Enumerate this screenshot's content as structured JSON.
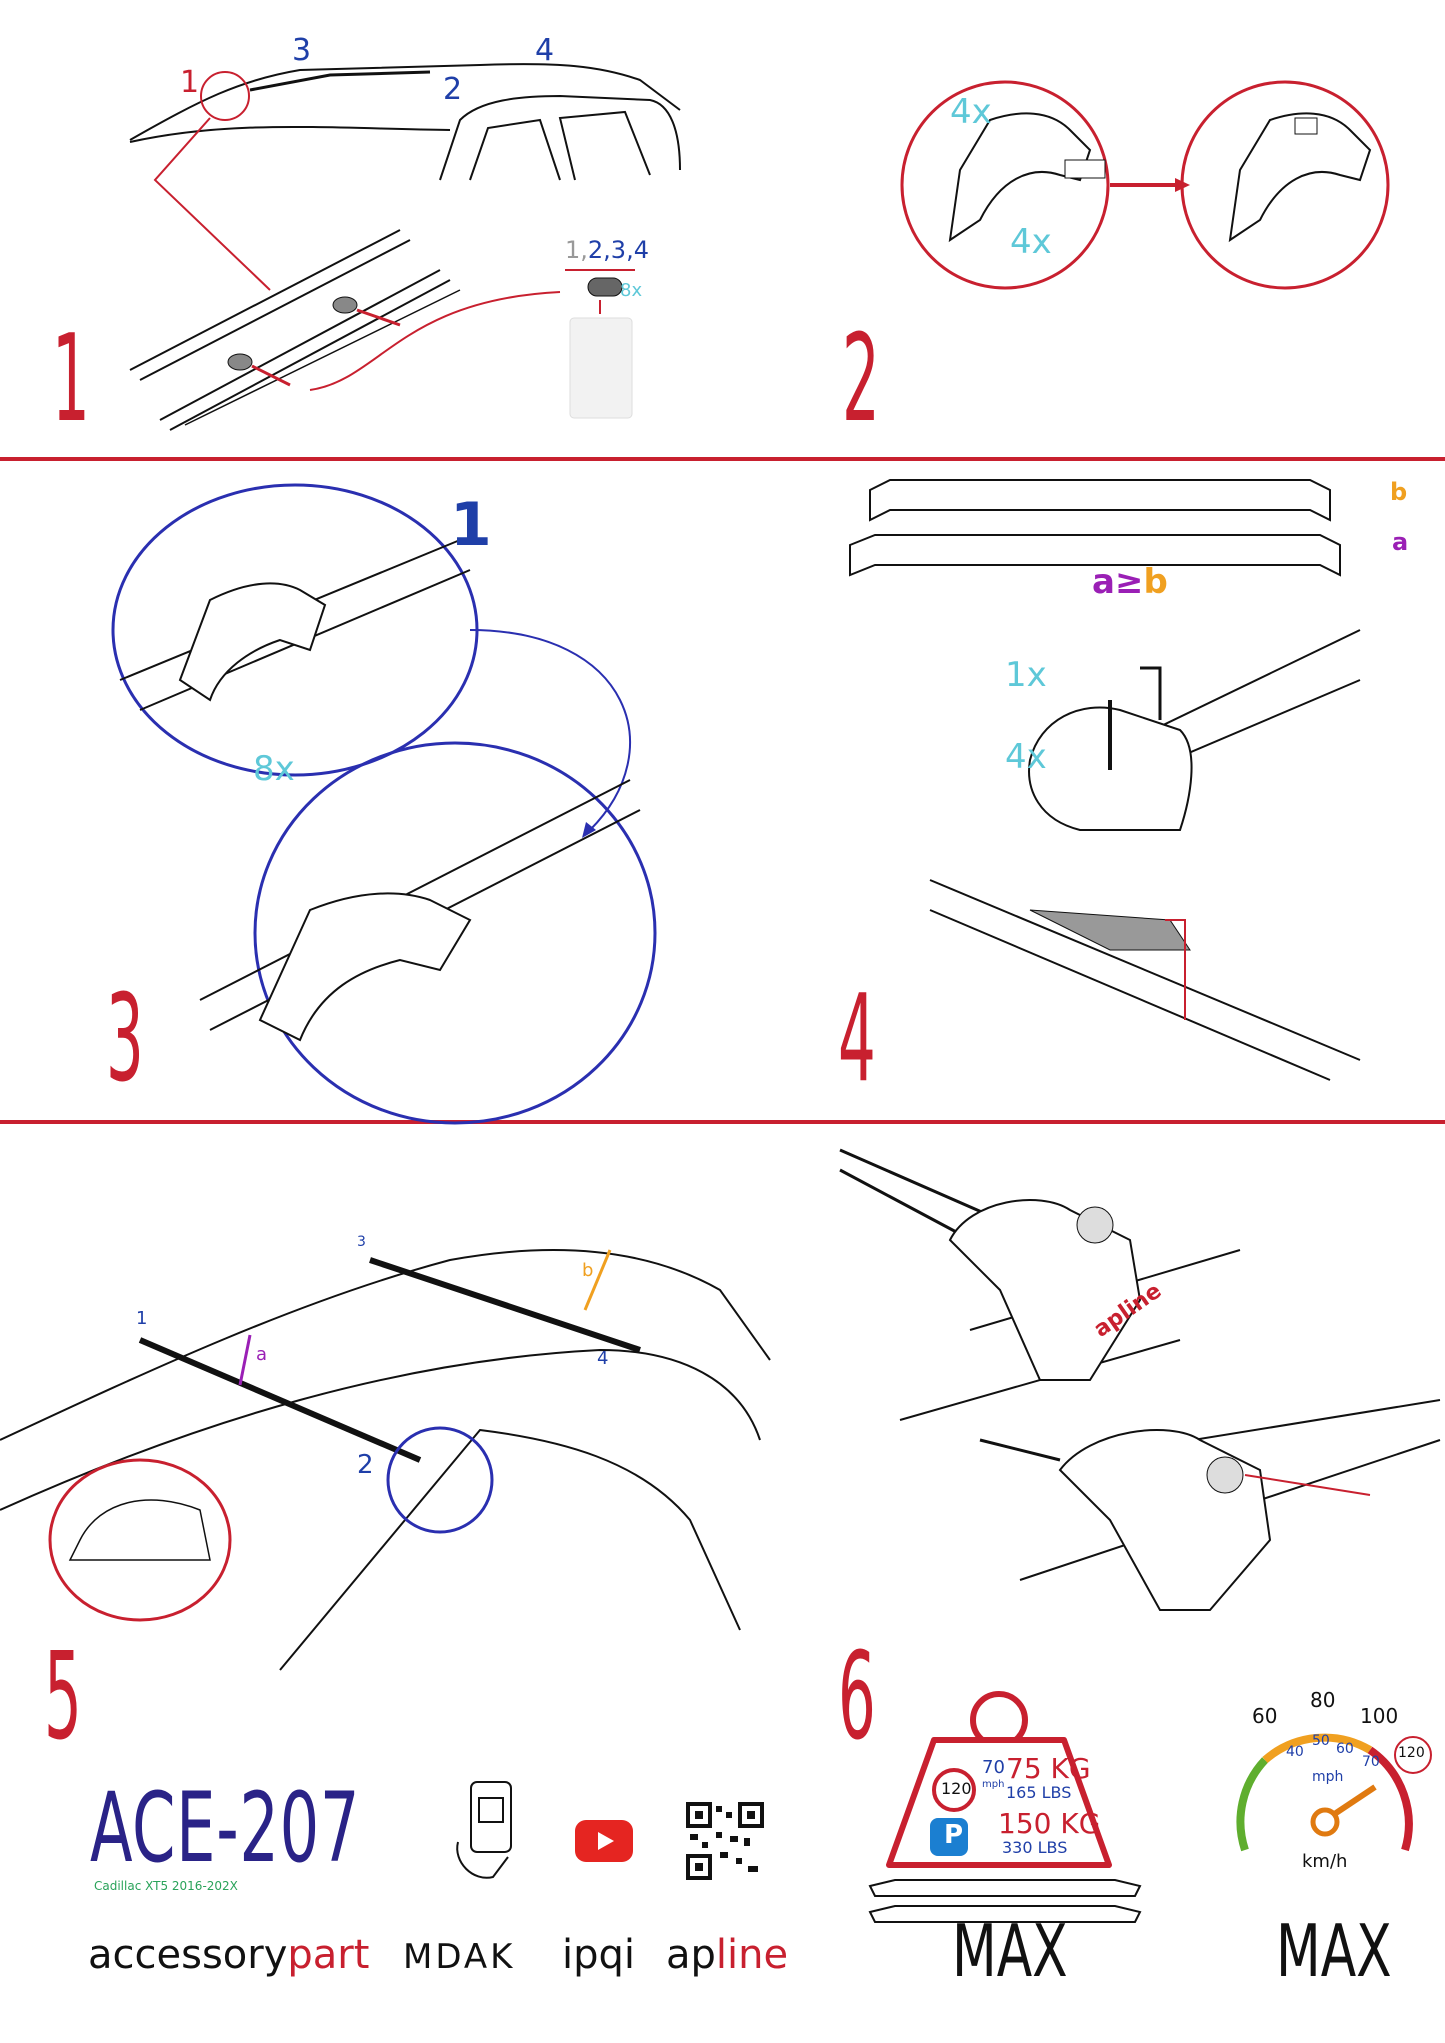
{
  "steps": {
    "s1": "1",
    "s2": "2",
    "s3": "3",
    "s4": "4",
    "s5": "5",
    "s6": "6"
  },
  "panel1": {
    "callout_1": "1",
    "callout_2": "2",
    "callout_3": "3",
    "callout_4": "4",
    "bag_label_prefix": "1,",
    "bag_label_rest": "2,3,4",
    "bag_qty": "8x"
  },
  "panel2": {
    "qty_top": "4x",
    "qty_bottom": "4x"
  },
  "panel3": {
    "circle_num": "1",
    "qty": "8x"
  },
  "panel4": {
    "label_b": "b",
    "label_a": "a",
    "rule_a": "a",
    "rule_ge": "≥",
    "rule_b": "b",
    "tool_qty": "1x",
    "bolt_qty": "4x"
  },
  "panel5": {
    "pos_1": "1",
    "pos_2": "2",
    "pos_3": "3",
    "pos_4": "4",
    "arrow_a": "a",
    "arrow_b": "b"
  },
  "panel6": {
    "brand_mark": "apline"
  },
  "footer": {
    "code": "ACE-207",
    "vehicle": "Cadillac XT5 2016-202X",
    "brand1_a": "accessory",
    "brand1_b": "part",
    "brand2": "MDAK",
    "brand3": "ipqi",
    "brand4_a": "ap",
    "brand4_b": "line"
  },
  "load": {
    "speed_sign": "120",
    "kg_small": "70",
    "kg_big": "75 KG",
    "mph": "mph",
    "lbs_1": "165 LBS",
    "parking": "P",
    "kg_static": "150 KG",
    "lbs_2": "330 LBS",
    "max_label": "MAX"
  },
  "speedo": {
    "t60": "60",
    "t80": "80",
    "t100": "100",
    "m40": "40",
    "m50": "50",
    "m60": "60",
    "m70": "70",
    "mph": "mph",
    "limit": "120",
    "unit": "km/h",
    "max_label": "MAX"
  },
  "colors": {
    "accent_red": "#c8202f",
    "blue": "#1f3fa8",
    "cyan": "#5ec8d8",
    "purple": "#9a1fb5",
    "orange": "#f0a020",
    "navy": "#2a2387"
  }
}
